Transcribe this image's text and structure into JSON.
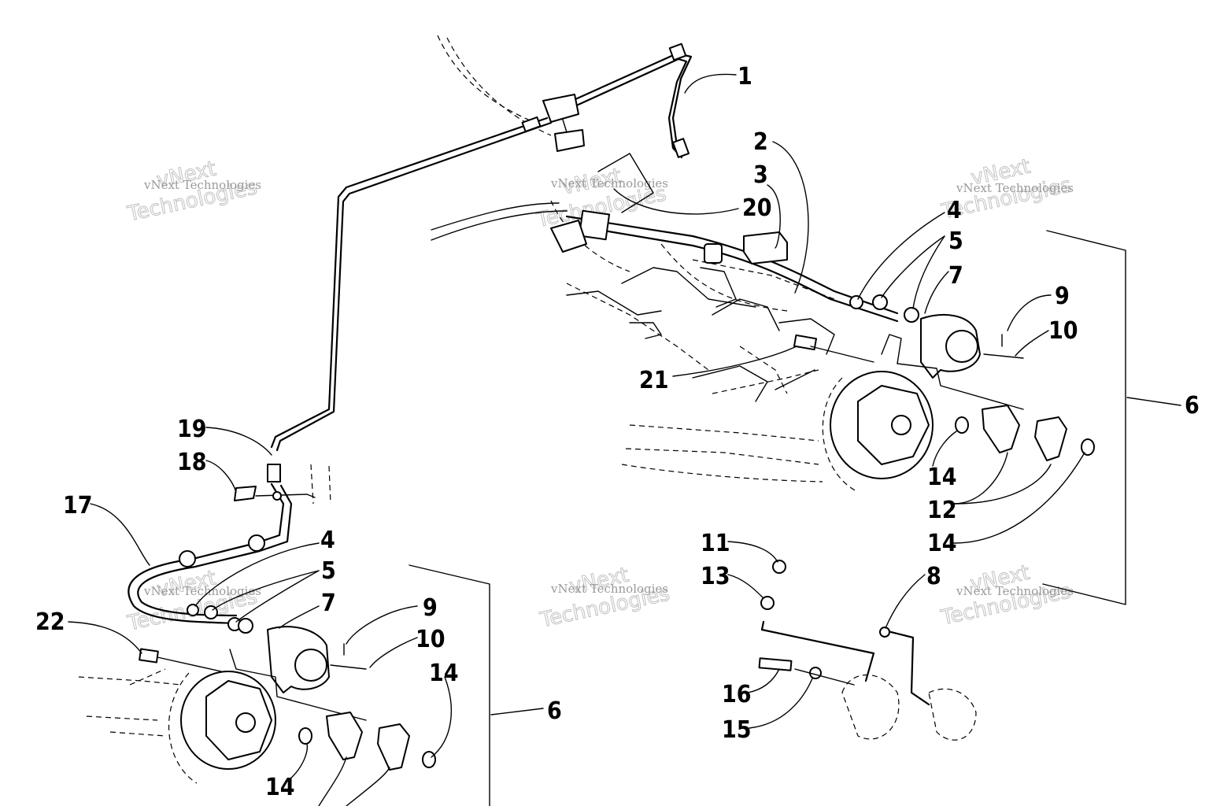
{
  "watermark": {
    "line1": "vNext Technologies",
    "line2a": "vNext",
    "line2b": "Technologies"
  },
  "labels": {
    "l1": "1",
    "l2": "2",
    "l3": "3",
    "l20": "20",
    "l4a": "4",
    "l5a": "5",
    "l7a": "7",
    "l9a": "9",
    "l10a": "10",
    "l21": "21",
    "l6a": "6",
    "l14a": "14",
    "l12a": "12",
    "l14b": "14",
    "l19": "19",
    "l18": "18",
    "l17": "17",
    "l4b": "4",
    "l5b": "5",
    "l7b": "7",
    "l22": "22",
    "l9b": "9",
    "l10b": "10",
    "l14c": "14",
    "l6b": "6",
    "l14d": "14",
    "l11": "11",
    "l13": "13",
    "l8": "8",
    "l16": "16",
    "l15": "15"
  }
}
